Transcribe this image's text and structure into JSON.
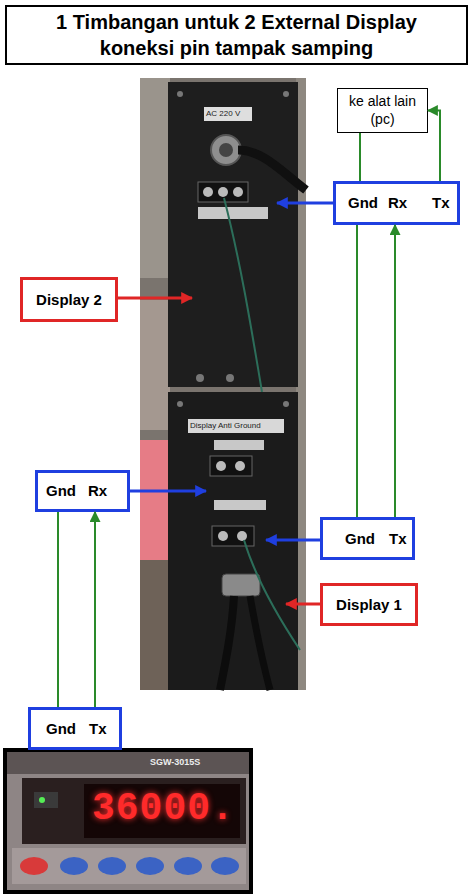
{
  "diagram": {
    "title": "1 Timbangan untuk 2 External Display koneksi pin tampak samping",
    "nodes": [
      {
        "text": [
          "ke alat lain (pc)"
        ]
      },
      {
        "text": [
          "Gnd",
          "Rx",
          "Tx"
        ]
      },
      {
        "text": [
          "Display 2"
        ]
      },
      {
        "text": [
          "Gnd",
          "Rx"
        ]
      },
      {
        "text": [
          "Gnd",
          "Tx"
        ]
      },
      {
        "text": [
          "Display 1"
        ]
      },
      {
        "text": [
          "Gnd",
          "Tx"
        ]
      }
    ],
    "edges": [
      {
        "from": 1,
        "to": 0,
        "arrow": "none"
      },
      {
        "from": 1,
        "to": 0,
        "arrow": "to"
      },
      {
        "from": 1,
        "to": 4,
        "arrow": "none"
      },
      {
        "from": 4,
        "to": 1,
        "arrow": "to"
      },
      {
        "from": 3,
        "to": 6,
        "arrow": "none"
      },
      {
        "from": 6,
        "to": 3,
        "arrow": "to"
      }
    ],
    "labels": [
      "AC 220 V",
      "Display Anti Ground",
      "36000.",
      "SGW-3015S"
    ]
  }
}
